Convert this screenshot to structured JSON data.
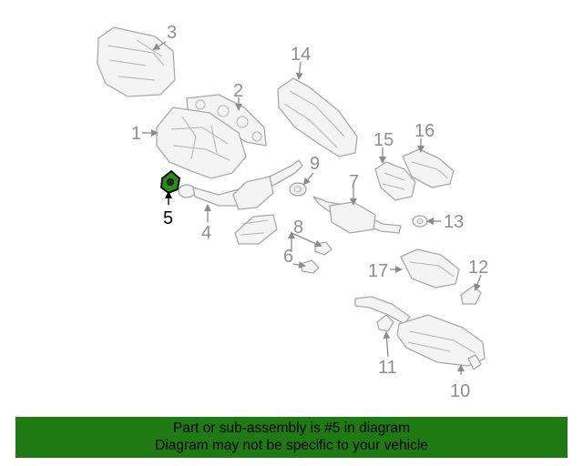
{
  "callouts": {
    "c1": "1",
    "c2": "2",
    "c3": "3",
    "c4": "4",
    "c5": "5",
    "c6": "6",
    "c7": "7",
    "c8": "8",
    "c9": "9",
    "c10": "10",
    "c11": "11",
    "c12": "12",
    "c13": "13",
    "c14": "14",
    "c15": "15",
    "c16": "16",
    "c17": "17"
  },
  "highlight": {
    "part": "5",
    "color": "#1f7a14"
  },
  "banner": {
    "line1": "Part or sub-assembly is #5 in diagram",
    "line2": "Diagram may not be specific to your vehicle",
    "background": "#1f7a14"
  }
}
